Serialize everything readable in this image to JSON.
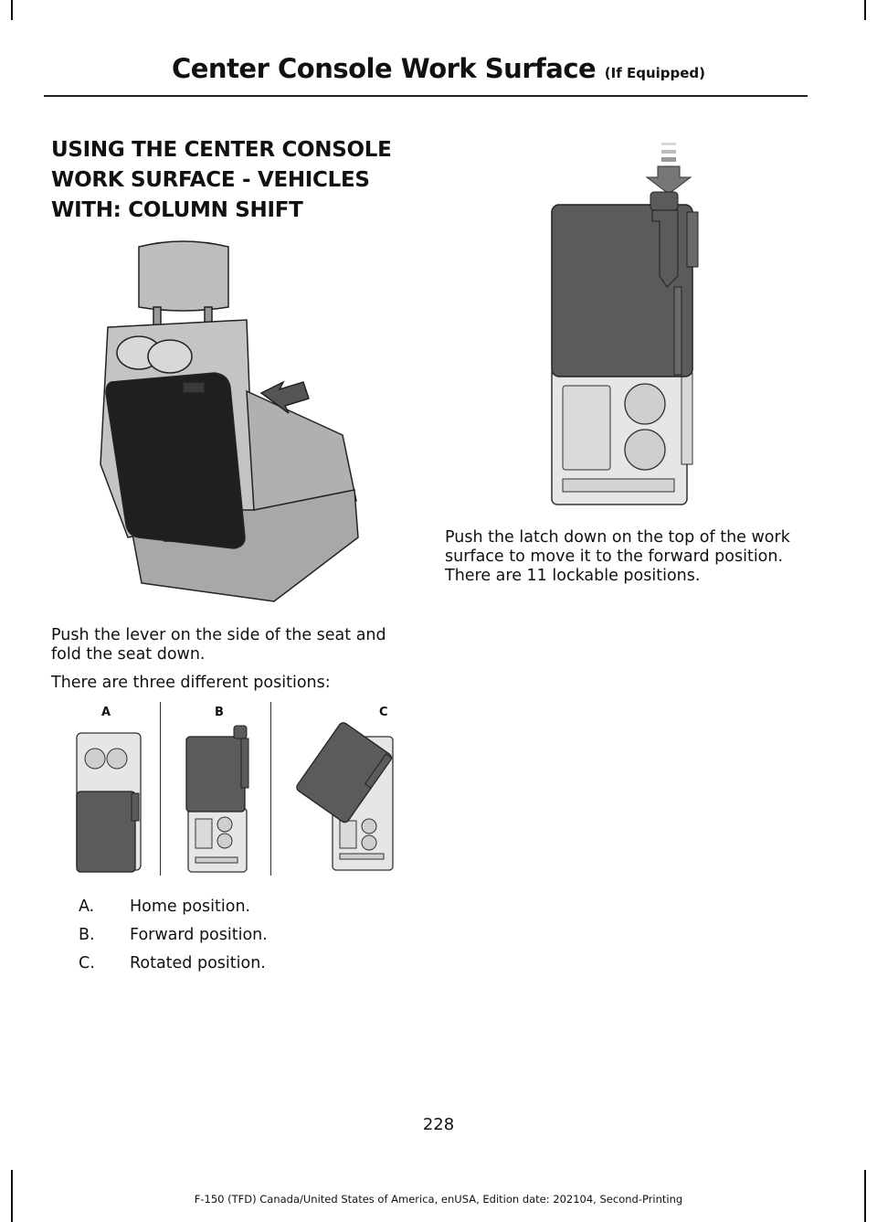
{
  "header": {
    "title": "Center Console Work Surface",
    "subtitle": "(If Equipped)"
  },
  "section": {
    "heading_lines": [
      "USING THE CENTER CONSOLE",
      "WORK SURFACE - VEHICLES",
      "WITH: COLUMN SHIFT"
    ]
  },
  "left_column": {
    "para1_line1": "Push the lever on the side of the seat and",
    "para1_line2": "fold the seat down.",
    "para2": "There are three different positions:"
  },
  "positions_figure": {
    "labels": [
      "A",
      "B",
      "C"
    ]
  },
  "legend": [
    {
      "letter": "A.",
      "text": "Home position."
    },
    {
      "letter": "B.",
      "text": "Forward position."
    },
    {
      "letter": "C.",
      "text": "Rotated position."
    }
  ],
  "right_column": {
    "para_line1": "Push the latch down on the top of the work",
    "para_line2": "surface to move it to the forward position.",
    "para_line3": "There are 11 lockable positions."
  },
  "footer": {
    "page_number": "228",
    "edition": "F-150 (TFD) Canada/United States of America, enUSA, Edition date: 202104, Second-Printing"
  },
  "colors": {
    "panel_dark": "#5b5b5b",
    "seat_gray": "#a8a8a8",
    "console_light": "#e6e6e6"
  }
}
